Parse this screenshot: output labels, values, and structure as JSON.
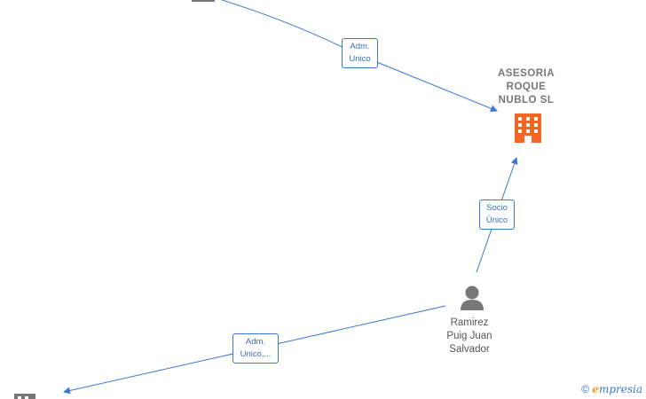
{
  "nodes": {
    "company": {
      "name_lines": [
        "ASESORIA",
        "ROQUE",
        "NUBLO SL"
      ],
      "icon": "building-icon",
      "color": "#f26522"
    },
    "person": {
      "name_lines": [
        "Ramirez",
        "Puig Juan",
        "Salvador"
      ],
      "icon": "person-icon",
      "color": "#777777"
    }
  },
  "edges": [
    {
      "label_lines": [
        "Adm.",
        "Unico"
      ]
    },
    {
      "label_lines": [
        "Socio",
        "Único"
      ]
    },
    {
      "label_lines": [
        "Adm.",
        "Unico,..."
      ]
    }
  ],
  "watermark": {
    "symbol": "©",
    "brand_initial": "e",
    "brand_rest": "mpresia"
  },
  "colors": {
    "edge": "#3a78d4",
    "company_icon": "#f26522",
    "person_icon": "#777777"
  }
}
